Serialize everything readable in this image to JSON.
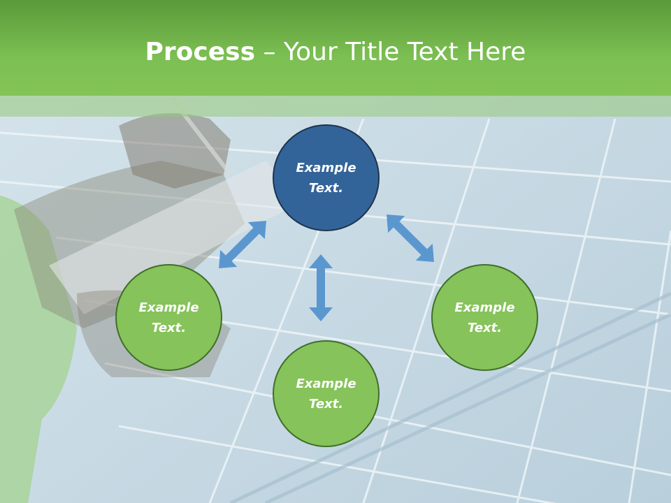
{
  "title": {
    "bold": "Process",
    "rest": " – Your Title Text Here"
  },
  "nodes": [
    {
      "id": "top",
      "text": "Example\nText."
    },
    {
      "id": "left",
      "text": "Example\nText."
    },
    {
      "id": "right",
      "text": "Example\nText."
    },
    {
      "id": "bottom",
      "text": "Example\nText."
    }
  ],
  "colors": {
    "header_green": "#7cbf52",
    "node_green": "#86c35a",
    "node_blue": "#336499",
    "arrow_blue": "#5b97cf"
  },
  "icons": [
    "double-arrow-icon"
  ]
}
